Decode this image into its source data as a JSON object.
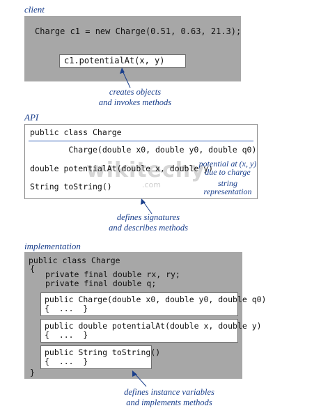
{
  "client": {
    "label": "client",
    "line1": "Charge c1 = new Charge(0.51, 0.63, 21.3);",
    "line2": "c1.potentialAt(x, y)"
  },
  "client_note": {
    "line1": "creates objects",
    "line2": "and invokes methods"
  },
  "api": {
    "label": "API",
    "header": "public class Charge",
    "rows": [
      {
        "sig": "        Charge(double x0, double y0, double q0)",
        "desc1": "",
        "desc2": ""
      },
      {
        "sig": "double potentialAt(double x, double y)",
        "desc1": "potential at (x, y)",
        "desc2": "due to charge"
      },
      {
        "sig": "String toString()",
        "desc1": "string",
        "desc2": "representation"
      }
    ]
  },
  "api_note": {
    "line1": "defines signatures",
    "line2": "and describes methods"
  },
  "impl": {
    "label": "implementation",
    "class_line": "public class Charge",
    "open_brace": "{",
    "field1": "private final double rx, ry;",
    "field2": "private final double q;",
    "methods": [
      {
        "line1": "public Charge(double x0, double y0, double q0)",
        "line2": "{  ...  }"
      },
      {
        "line1": "public double potentialAt(double x, double y)",
        "line2": "{  ...  }"
      },
      {
        "line1": "public String toString()",
        "line2": "{  ...  }"
      }
    ],
    "close_brace": "}"
  },
  "impl_note": {
    "line1": "defines instance variables",
    "line2": "and implements methods"
  },
  "watermark": {
    "main": "wikitechy",
    "sub": ".com"
  },
  "colors": {
    "accent": "#1a3f8c",
    "rule": "#2c5cb5",
    "panel": "#a7a7a7"
  }
}
